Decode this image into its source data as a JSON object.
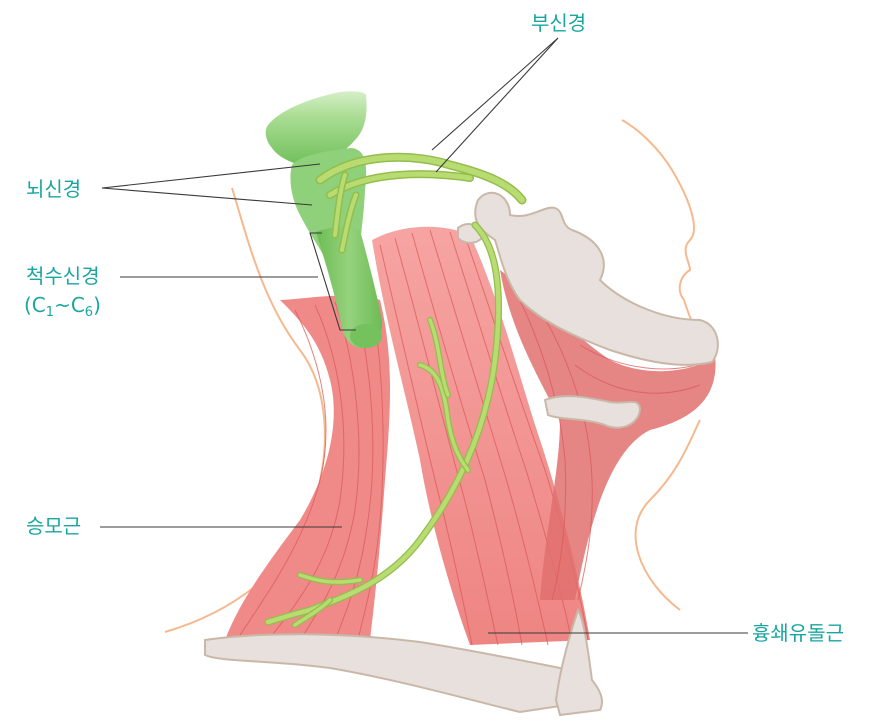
{
  "labels": {
    "accessory_nerve": "부신경",
    "cranial_nerve": "뇌신경",
    "spinal_nerve_line1": "척수신경",
    "spinal_nerve_line2_prefix": "(C",
    "spinal_nerve_sub1": "1",
    "spinal_nerve_tilde": "~C",
    "spinal_nerve_sub6": "6",
    "spinal_nerve_close": ")",
    "trapezius": "승모근",
    "sternocleidomastoid": "흉쇄유돌근"
  },
  "colors": {
    "label": "#1aa6a0",
    "muscle": "#f08a88",
    "nerve": "#b9dc72",
    "brainstem": "#8fd07a",
    "bone": "#e8e0dc",
    "skin": "#f6b98f"
  }
}
